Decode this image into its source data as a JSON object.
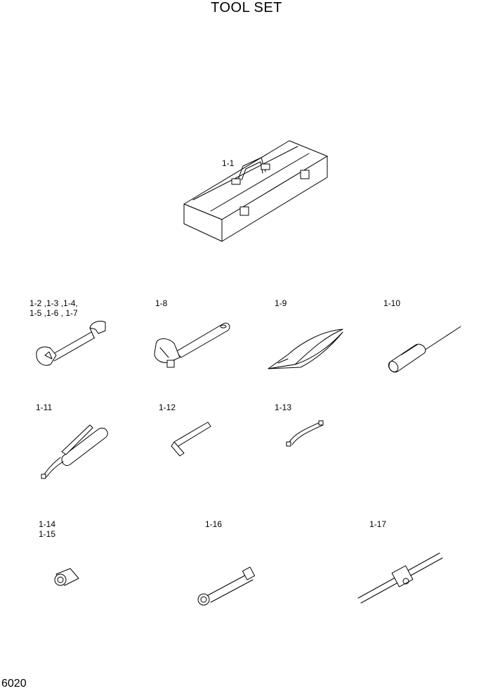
{
  "title": "TOOL SET",
  "page_number": "6020",
  "labels": {
    "toolbox": "1-1",
    "spanner_line1": "1-2 ,1-3 ,1-4,",
    "spanner_line2": "1-5 ,1-6 , 1-7",
    "adjustable_wrench": "1-8",
    "pliers": "1-9",
    "screwdriver": "1-10",
    "grease_gun": "1-11",
    "hex_key": "1-12",
    "grease_hose": "1-13",
    "socket_line1": "1-14",
    "socket_line2": "1-15",
    "extension_bar": "1-16",
    "sliding_tee_handle": "1-17"
  }
}
